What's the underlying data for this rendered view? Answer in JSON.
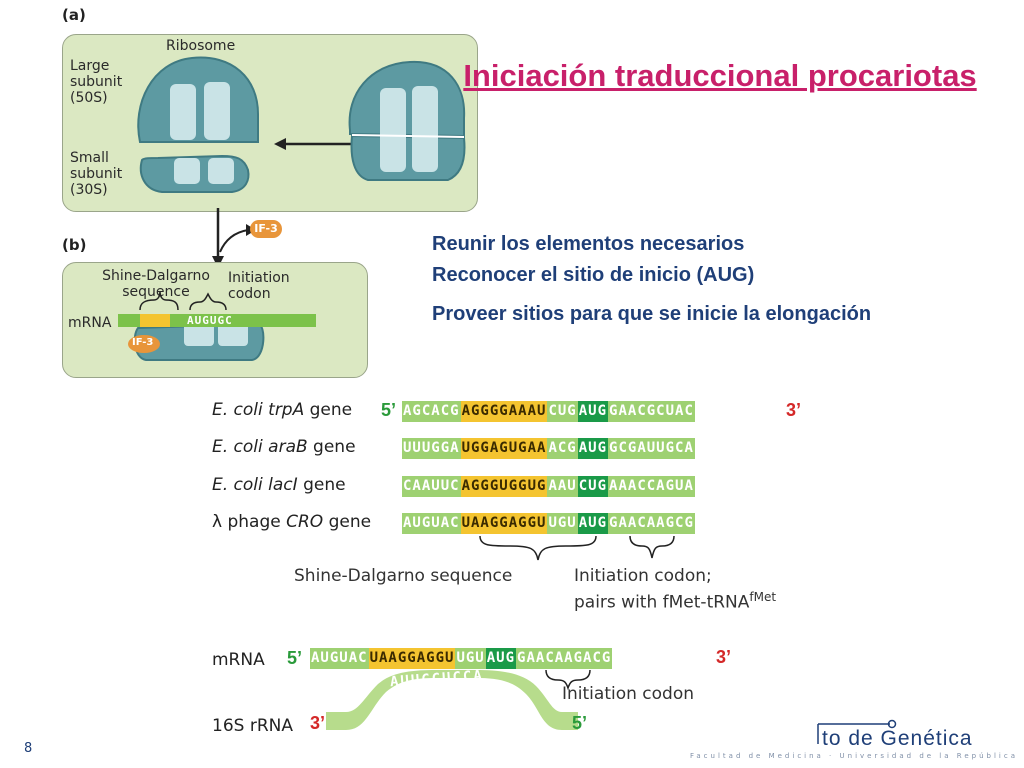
{
  "title": "Iniciación traduccional procariotas",
  "bullets": [
    "Reunir los elementos necesarios",
    "Reconocer el sitio de inicio (AUG)",
    "Proveer sitios para que se inicie la elongación"
  ],
  "figure_a": {
    "letter": "(a)",
    "ribosome": "Ribosome",
    "large": [
      "Large",
      "subunit",
      "(50S)"
    ],
    "small": [
      "Small",
      "subunit",
      "(30S)"
    ]
  },
  "figure_b": {
    "letter": "(b)",
    "if3": "IF-3",
    "sd": [
      "Shine-Dalgarno",
      "sequence"
    ],
    "init": [
      "Initiation",
      "codon"
    ],
    "mrna": "mRNA",
    "codon_seq": "AUGUGC"
  },
  "genes": [
    {
      "species": "E. coli",
      "name": "trpA",
      "suffix": " gene",
      "prime5": "5’",
      "prime3": "3’",
      "segs": [
        [
          "AGCACG",
          "g"
        ],
        [
          "AGGGGAAAU",
          "y"
        ],
        [
          "CUG",
          "g"
        ],
        [
          "AUG",
          "d"
        ],
        [
          "GAACGCUAC",
          "g"
        ]
      ]
    },
    {
      "species": "E. coli",
      "name": "araB",
      "suffix": " gene",
      "prime5": "",
      "prime3": "",
      "segs": [
        [
          "UUUGGA",
          "g"
        ],
        [
          "UGGAGUGAA",
          "y"
        ],
        [
          "ACG",
          "g"
        ],
        [
          "AUG",
          "d"
        ],
        [
          "GCGAUUGCA",
          "g"
        ]
      ]
    },
    {
      "species": "E. coli",
      "name": "lacI",
      "suffix": " gene",
      "prime5": "",
      "prime3": "",
      "segs": [
        [
          "CAAUUC",
          "g"
        ],
        [
          "AGGGUGGUG",
          "y"
        ],
        [
          "AAU",
          "g"
        ],
        [
          "CUG",
          "d"
        ],
        [
          "AAACCAGUA",
          "g"
        ]
      ]
    },
    {
      "species": "λ phage",
      "name": "CRO",
      "suffix": " gene",
      "prime5": "",
      "prime3": "",
      "segs": [
        [
          "AUGUAC",
          "g"
        ],
        [
          "UAAGGAGGU",
          "y"
        ],
        [
          "UGU",
          "g"
        ],
        [
          "AUG",
          "d"
        ],
        [
          "GAACAAGCG",
          "g"
        ]
      ]
    }
  ],
  "captions": {
    "sd": "Shine-Dalgarno sequence",
    "init1": "Initiation codon;",
    "init2": "pairs with fMet-tRNA",
    "init2_sup": "fMet"
  },
  "bottom": {
    "mrna_label": "mRNA",
    "prime5": "5’",
    "prime3": "3’",
    "segs": [
      [
        "AUGUAC",
        "g"
      ],
      [
        "UAAGGAGGU",
        "y"
      ],
      [
        "UGU",
        "g"
      ],
      [
        "AUG",
        "d"
      ],
      [
        "GAACAAGACG",
        "g"
      ]
    ],
    "rrna_seq": "AUUCCUCCA",
    "init_label": "Initiation codon",
    "rrna_label": "16S rRNA",
    "rrna_prime3": "3’",
    "rrna_prime5": "5’"
  },
  "footer": {
    "page": "8",
    "logo": "to de Genética",
    "sub": "Facultad de Medicina · Universidad de la República"
  }
}
